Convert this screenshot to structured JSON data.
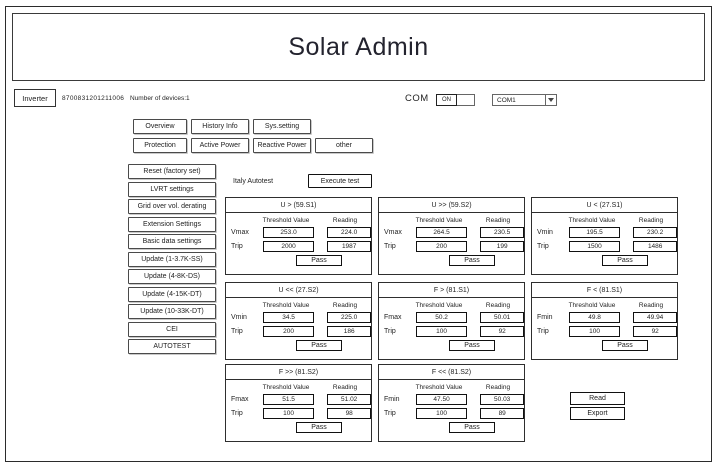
{
  "window": {
    "title": "Solar Admin"
  },
  "colors": {
    "background": "#ffffff",
    "border": "#2e2e2e",
    "text": "#1f1f1f"
  },
  "device_bar": {
    "inverter_tab": "Inverter",
    "serial_number": "8700831201211006",
    "device_count": "Number of devices:1",
    "com_label": "COM",
    "com_toggle_state": "ON",
    "com_port_selected": "COM1"
  },
  "tabs": {
    "row1": [
      {
        "label": "Overview"
      },
      {
        "label": "History Info"
      },
      {
        "label": "Sys.setting"
      }
    ],
    "row2": [
      {
        "label": "Protection"
      },
      {
        "label": "Active Power"
      },
      {
        "label": "Reactive Power"
      },
      {
        "label": "other"
      }
    ]
  },
  "sidebar": {
    "items": [
      {
        "label": "Reset (factory set)"
      },
      {
        "label": "LVRT settings"
      },
      {
        "label": "Grid over vol. derating"
      },
      {
        "label": "Extension Settings"
      },
      {
        "label": "Basic data settings"
      },
      {
        "label": "Update (1-3.7K-SS)"
      },
      {
        "label": "Update (4-8K-DS)"
      },
      {
        "label": "Update (4-15K-DT)"
      },
      {
        "label": "Update (10-33K-DT)"
      },
      {
        "label": "CEI"
      },
      {
        "label": "AUTOTEST"
      }
    ]
  },
  "autotest": {
    "section_label": "Italy Autotest",
    "execute_button": "Execute test",
    "columns": {
      "threshold": "Threshold Value",
      "reading": "Reading"
    },
    "trip_label": "Trip",
    "pass_label": "Pass",
    "panels": [
      {
        "title": "U > (59.S1)",
        "param": "Vmax",
        "threshold": "253.0",
        "reading": "224.0",
        "trip_threshold": "2000",
        "trip_reading": "1987"
      },
      {
        "title": "U >> (59.S2)",
        "param": "Vmax",
        "threshold": "264.5",
        "reading": "230.5",
        "trip_threshold": "200",
        "trip_reading": "199"
      },
      {
        "title": "U < (27.S1)",
        "param": "Vmin",
        "threshold": "195.5",
        "reading": "230.2",
        "trip_threshold": "1500",
        "trip_reading": "1486"
      },
      {
        "title": "U << (27.S2)",
        "param": "Vmin",
        "threshold": "34.5",
        "reading": "225.0",
        "trip_threshold": "200",
        "trip_reading": "186"
      },
      {
        "title": "F > (81.S1)",
        "param": "Fmax",
        "threshold": "50.2",
        "reading": "50.01",
        "trip_threshold": "100",
        "trip_reading": "92"
      },
      {
        "title": "F < (81.S1)",
        "param": "Fmin",
        "threshold": "49.8",
        "reading": "49.94",
        "trip_threshold": "100",
        "trip_reading": "92"
      },
      {
        "title": "F >> (81.S2)",
        "param": "Fmax",
        "threshold": "51.5",
        "reading": "51.02",
        "trip_threshold": "100",
        "trip_reading": "98"
      },
      {
        "title": "F << (81.S2)",
        "param": "Fmin",
        "threshold": "47.50",
        "reading": "50.03",
        "trip_threshold": "100",
        "trip_reading": "89"
      }
    ]
  },
  "actions": {
    "read_button": "Read",
    "export_button": "Export"
  }
}
